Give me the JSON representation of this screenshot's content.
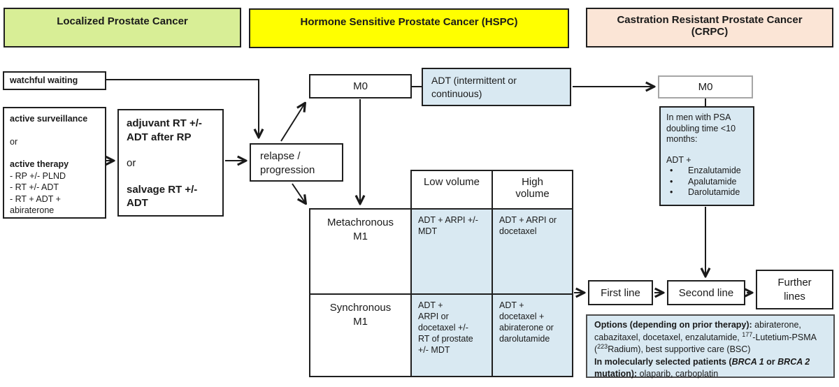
{
  "headers": {
    "localized": "Localized Prostate Cancer",
    "hspc": "Hormone Sensitive Prostate Cancer (HSPC)",
    "crpc": "Castration Resistant Prostate Cancer\n(CRPC)"
  },
  "left_column": {
    "watchful_waiting": "watchful waiting",
    "surveillance_box": {
      "active_surveillance": "active surveillance",
      "or": "or",
      "active_therapy": "active therapy",
      "therapy_options": "- RP +/- PLND\n- RT +/- ADT\n- RT + ADT +\nabiraterone"
    },
    "adjuvant_box": {
      "adjuvant": "adjuvant RT +/-\nADT after RP",
      "or": "or",
      "salvage": "salvage RT +/-\nADT"
    }
  },
  "hspc": {
    "relapse": "relapse /\nprogression",
    "m0": "M0",
    "adt": "ADT (intermittent or\ncontinuous)"
  },
  "table": {
    "col_low": "Low volume",
    "col_high": "High\nvolume",
    "rows": [
      {
        "label": "Metachronous\nM1",
        "low": "ADT + ARPI +/-\nMDT",
        "high": "ADT + ARPI or\ndocetaxel"
      },
      {
        "label": "Synchronous\nM1",
        "low": "ADT +\nARPI or\ndocetaxel +/-\nRT of prostate\n+/- MDT",
        "high": "ADT +\ndocetaxel +\nabiraterone or\ndarolutamide"
      }
    ]
  },
  "crpc": {
    "m0": "M0",
    "psa_box": {
      "intro": "In men with PSA\ndoubling time <10\nmonths:",
      "adt_plus": "ADT +",
      "bullet_glyph": "•",
      "bullets": [
        "Enzalutamide",
        "Apalutamide",
        "Darolutamide"
      ]
    },
    "first_line": "First line",
    "second_line": "Second line",
    "further_lines": "Further\nlines",
    "options": {
      "bold1": "Options (depending on prior therapy):",
      "text1": " abiraterone, cabazitaxel, docetaxel, enzalutamide, ",
      "sup1": "177",
      "text2": "-Lutetium-PSMA (",
      "sup2": "223",
      "text3": "Radium), best supportive care (BSC)",
      "bold2a": "In molecularly selected patients (",
      "italic1": "BRCA 1",
      "bold2b": " or ",
      "italic2": "BRCA 2",
      "bold2c": " mutation):",
      "text4": " olaparib, carboplatin"
    }
  },
  "colors": {
    "localized_header": "#d8ee96",
    "hspc_header": "#ffff00",
    "crpc_header": "#fbe5d6",
    "treatment_fill": "#d9e9f2",
    "box_border": "#1f1f1f",
    "m0_crpc_border": "#a6a6a6"
  }
}
